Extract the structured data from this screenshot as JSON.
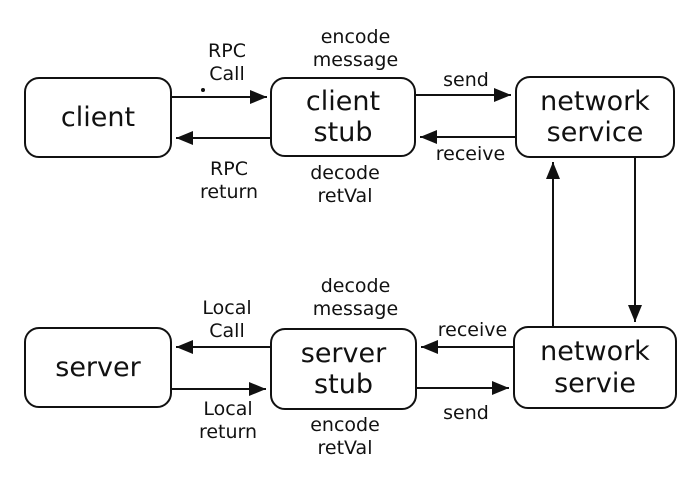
{
  "diagram": {
    "colors": {
      "stroke": "#111111",
      "background": "#ffffff"
    },
    "boxes": {
      "client": {
        "label": "client"
      },
      "client_stub": {
        "line1": "client",
        "line2": "stub"
      },
      "network_top": {
        "line1": "network",
        "line2": "service"
      },
      "server": {
        "label": "server"
      },
      "server_stub": {
        "line1": "server",
        "line2": "stub"
      },
      "network_bottom": {
        "line1": "network",
        "line2": "servie"
      }
    },
    "labels": {
      "rpc_call": {
        "line1": "RPC",
        "line2": "Call"
      },
      "rpc_return": {
        "line1": "RPC",
        "line2": "return"
      },
      "encode_message": {
        "line1": "encode",
        "line2": "message"
      },
      "decode_retval": {
        "line1": "decode",
        "line2": "retVal"
      },
      "send_top": "send",
      "receive_top": "receive",
      "local_call": {
        "line1": "Local",
        "line2": "Call"
      },
      "local_return": {
        "line1": "Local",
        "line2": "return"
      },
      "decode_message": {
        "line1": "decode",
        "line2": "message"
      },
      "encode_retval": {
        "line1": "encode",
        "line2": "retVal"
      },
      "receive_bottom": "receive",
      "send_bottom": "send"
    },
    "edges": [
      {
        "from": "client",
        "to": "client stub",
        "label": "RPC Call"
      },
      {
        "from": "client stub",
        "to": "client",
        "label": "RPC return"
      },
      {
        "from": "client stub",
        "to": "network service",
        "label": "send"
      },
      {
        "from": "network service",
        "to": "client stub",
        "label": "receive"
      },
      {
        "from": "network servie (bottom)",
        "to": "network service (top)",
        "label": ""
      },
      {
        "from": "network service (top)",
        "to": "network servie (bottom)",
        "label": ""
      },
      {
        "from": "server stub",
        "to": "server",
        "label": "Local Call"
      },
      {
        "from": "server",
        "to": "server stub",
        "label": "Local return"
      },
      {
        "from": "network servie",
        "to": "server stub",
        "label": "receive"
      },
      {
        "from": "server stub",
        "to": "network servie",
        "label": "send"
      }
    ]
  }
}
